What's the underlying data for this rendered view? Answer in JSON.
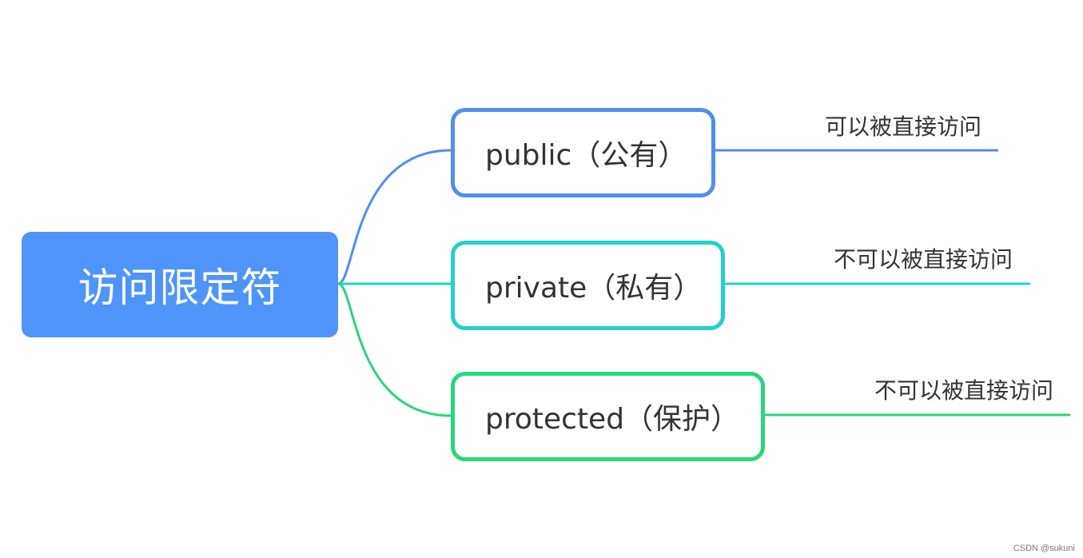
{
  "colors": {
    "root": "#4f94f9",
    "public": "#4f8ff0",
    "private": "#22d1c9",
    "protected": "#27d77a"
  },
  "root": {
    "label": "访问限定符"
  },
  "branches": [
    {
      "key": "public",
      "label": "public（公有）",
      "leaf": "可以被直接访问"
    },
    {
      "key": "private",
      "label": "private（私有）",
      "leaf": "不可以被直接访问"
    },
    {
      "key": "protected",
      "label": "protected（保护）",
      "leaf": "不可以被直接访问"
    }
  ],
  "watermark": "CSDN @sukuni"
}
